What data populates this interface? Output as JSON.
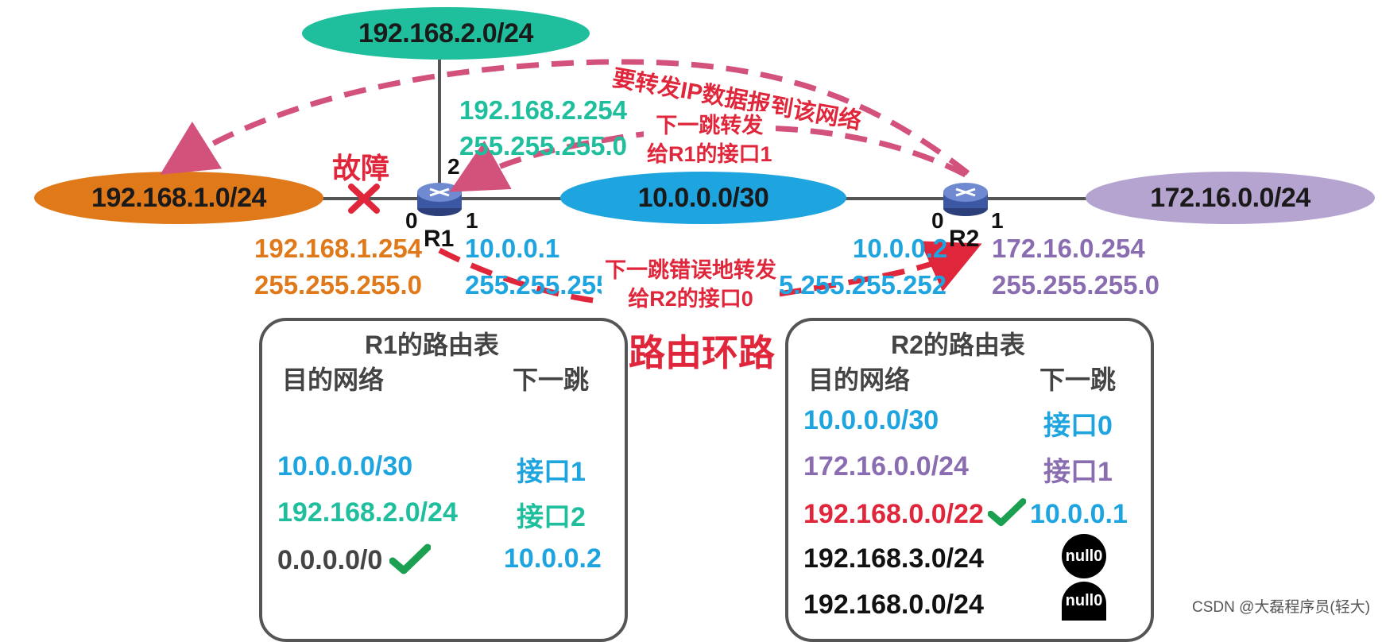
{
  "networks": {
    "top": "192.168.2.0/24",
    "left": "192.168.1.0/24",
    "middle": "10.0.0.0/30",
    "right": "172.16.0.0/24"
  },
  "routers": {
    "r1": {
      "name": "R1",
      "port0": "0",
      "port1": "1",
      "port2": "2"
    },
    "r2": {
      "name": "R2",
      "port0": "0",
      "port1": "1"
    }
  },
  "ip_labels": {
    "r1_if2_ip": "192.168.2.254",
    "r1_if2_mask": "255.255.255.0",
    "r1_if0_ip": "192.168.1.254",
    "r1_if0_mask": "255.255.255.0",
    "r1_if1_ip": "10.0.0.1",
    "r1_if1_mask": "255.255.255",
    "r2_if0_ip": "10.0.0.2",
    "r2_if0_mask": "5.255.255.252",
    "r2_if1_ip": "172.16.0.254",
    "r2_if1_mask": "255.255.255.0"
  },
  "annotations": {
    "fault": "故障",
    "forward_goal": "要转发IP数据报到该网络",
    "next_hop_r1_line1": "下一跳转发",
    "next_hop_r1_line2": "给R1的接口1",
    "next_hop_r2_line1": "下一跳错误地转发",
    "next_hop_r2_line2": "给R2的接口0",
    "loop": "路由环路"
  },
  "r1_table": {
    "title": "R1的路由表",
    "col_dest": "目的网络",
    "col_next": "下一跳",
    "rows": [
      {
        "dest": "10.0.0.0/30",
        "next": "接口1"
      },
      {
        "dest": "192.168.2.0/24",
        "next": "接口2"
      },
      {
        "dest": "0.0.0.0/0",
        "next": "10.0.0.2"
      }
    ]
  },
  "r2_table": {
    "title": "R2的路由表",
    "col_dest": "目的网络",
    "col_next": "下一跳",
    "rows": [
      {
        "dest": "10.0.0.0/30",
        "next": "接口0"
      },
      {
        "dest": "172.16.0.0/24",
        "next": "接口1"
      },
      {
        "dest": "192.168.0.0/22",
        "next": "10.0.0.1"
      },
      {
        "dest": "192.168.3.0/24",
        "next": "null0"
      },
      {
        "dest": "192.168.0.0/24",
        "next": "null0"
      }
    ]
  },
  "watermark": "CSDN @大磊程序员(轻大)",
  "colors": {
    "orange": "#e0791a",
    "teal": "#1fbf9d",
    "blue": "#1ea4df",
    "purple": "#8a6db0",
    "red": "#e0263b",
    "magenta": "#d2527c",
    "green": "#1aa050"
  }
}
